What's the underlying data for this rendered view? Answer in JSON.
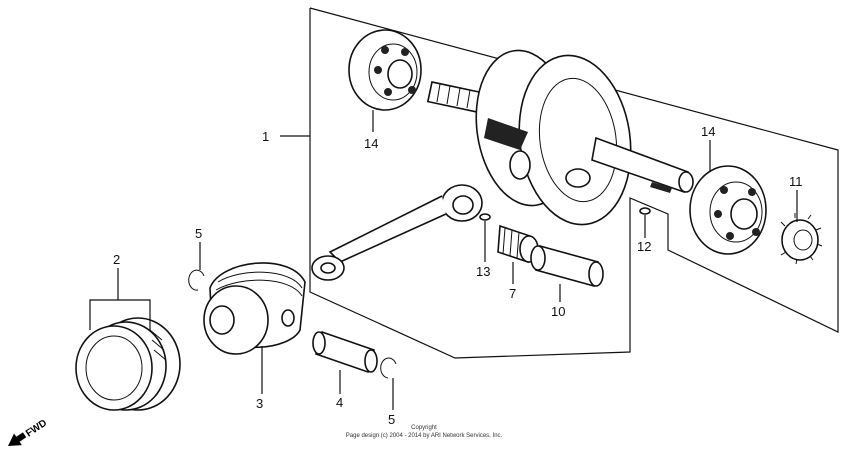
{
  "callouts": {
    "c1": "1",
    "c2": "2",
    "c3": "3",
    "c4": "4",
    "c5a": "5",
    "c5b": "5",
    "c7": "7",
    "c10": "10",
    "c11": "11",
    "c12": "12",
    "c13": "13",
    "c14a": "14",
    "c14b": "14"
  },
  "direction_label": "FWD",
  "copyright": {
    "line1": "Copyright",
    "line2": "Page design (c) 2004 - 2014 by ARI Network Services, Inc."
  }
}
